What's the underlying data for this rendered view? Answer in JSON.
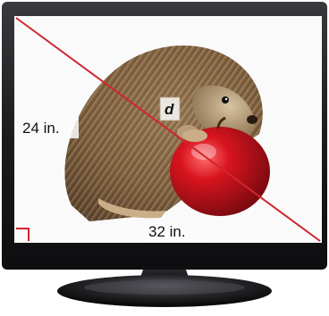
{
  "figure": {
    "height_label": "24 in.",
    "width_label": "32 in.",
    "diagonal_label": "d"
  },
  "colors": {
    "monitor_bezel": "#1c1c1e",
    "screen_bg": "#fafafa",
    "diagonal_line": "#d0262d",
    "right_angle_marker": "#d0262d",
    "apple": "#c8141c",
    "hedgehog_body": "#8a6a46",
    "hedgehog_spines": "#5a4530"
  },
  "icons": {
    "right_angle": "right-angle-marker-icon",
    "subject": "hedgehog-with-apple-photo"
  }
}
